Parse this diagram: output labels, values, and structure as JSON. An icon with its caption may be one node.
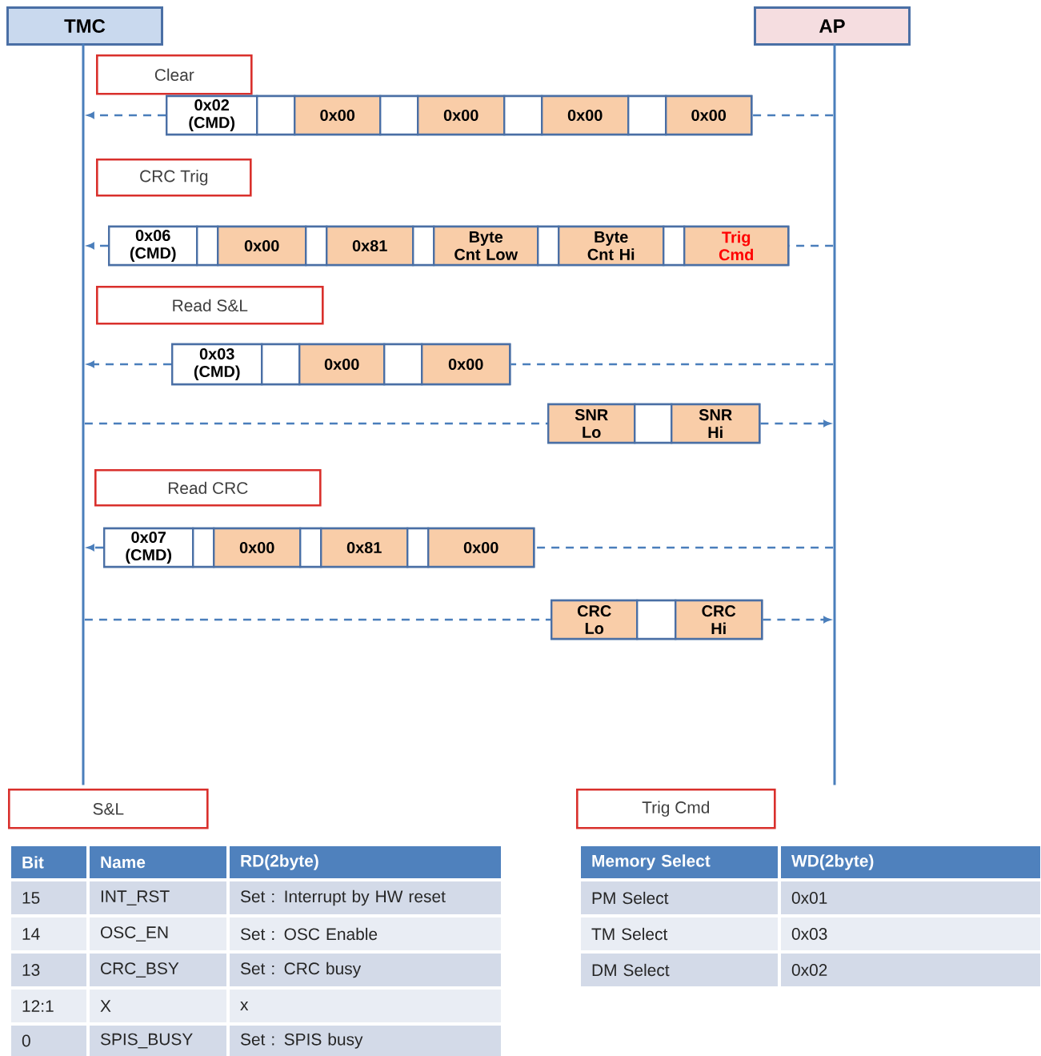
{
  "diagram": {
    "nodes": [
      {
        "text": [
          "TMC"
        ]
      },
      {
        "text": [
          "AP"
        ]
      },
      {
        "text": [],
        "shape": "bar"
      },
      {
        "text": [],
        "shape": "bar"
      },
      {
        "text": [
          "Clear"
        ]
      },
      {
        "text": [
          "0x02 (CMD)",
          "0x00",
          "0x00",
          "0x00",
          "0x00"
        ]
      },
      {
        "text": [
          "CRC Trig"
        ]
      },
      {
        "text": [
          "0x06 (CMD)",
          "0x00",
          "0x81",
          "Byte Cnt Low",
          "Byte Cnt Hi",
          "Trig Cmd"
        ]
      },
      {
        "text": [
          "Read S&L"
        ]
      },
      {
        "text": [
          "0x03 (CMD)",
          "0x00",
          "0x00"
        ]
      },
      {
        "text": [
          "SNR Lo",
          "SNR Hi"
        ]
      },
      {
        "text": [
          "Read CRC"
        ]
      },
      {
        "text": [
          "0x07 (CMD)",
          "0x00",
          "0x81",
          "0x00"
        ]
      },
      {
        "text": [
          "CRC Lo",
          "CRC Hi"
        ]
      },
      {
        "text": [
          "S&L"
        ]
      },
      {
        "text": [
          "Trig Cmd"
        ]
      }
    ],
    "edges": [
      {
        "from": 3,
        "to": 5,
        "arrow": "none",
        "style": "dashed"
      },
      {
        "from": 5,
        "to": 2,
        "arrow": "to",
        "style": "dashed"
      },
      {
        "from": 3,
        "to": 7,
        "arrow": "none",
        "style": "dashed"
      },
      {
        "from": 7,
        "to": 2,
        "arrow": "to",
        "style": "dashed"
      },
      {
        "from": 3,
        "to": 9,
        "arrow": "none",
        "style": "dashed"
      },
      {
        "from": 9,
        "to": 2,
        "arrow": "to",
        "style": "dashed"
      },
      {
        "from": 2,
        "to": 10,
        "arrow": "none",
        "style": "dashed"
      },
      {
        "from": 10,
        "to": 3,
        "arrow": "to",
        "style": "dashed"
      },
      {
        "from": 3,
        "to": 12,
        "arrow": "none",
        "style": "dashed"
      },
      {
        "from": 12,
        "to": 2,
        "arrow": "to",
        "style": "dashed"
      },
      {
        "from": 2,
        "to": 13,
        "arrow": "none",
        "style": "dashed"
      },
      {
        "from": 13,
        "to": 3,
        "arrow": "to",
        "style": "dashed"
      }
    ],
    "labels": [
      "Bit",
      "Name",
      "RD(2byte)",
      "15",
      "INT_RST",
      "Set : Interrupt by HW reset",
      "14",
      "OSC_EN",
      "Set : OSC Enable",
      "13",
      "CRC_BSY",
      "Set : CRC busy",
      "12:1",
      "X",
      "x",
      "0",
      "SPIS_BUSY",
      "Set : SPIS busy",
      "Memory Select",
      "WD(2byte)",
      "PM Select",
      "0x01",
      "TM Select",
      "0x03",
      "DM Select",
      "0x02"
    ]
  }
}
